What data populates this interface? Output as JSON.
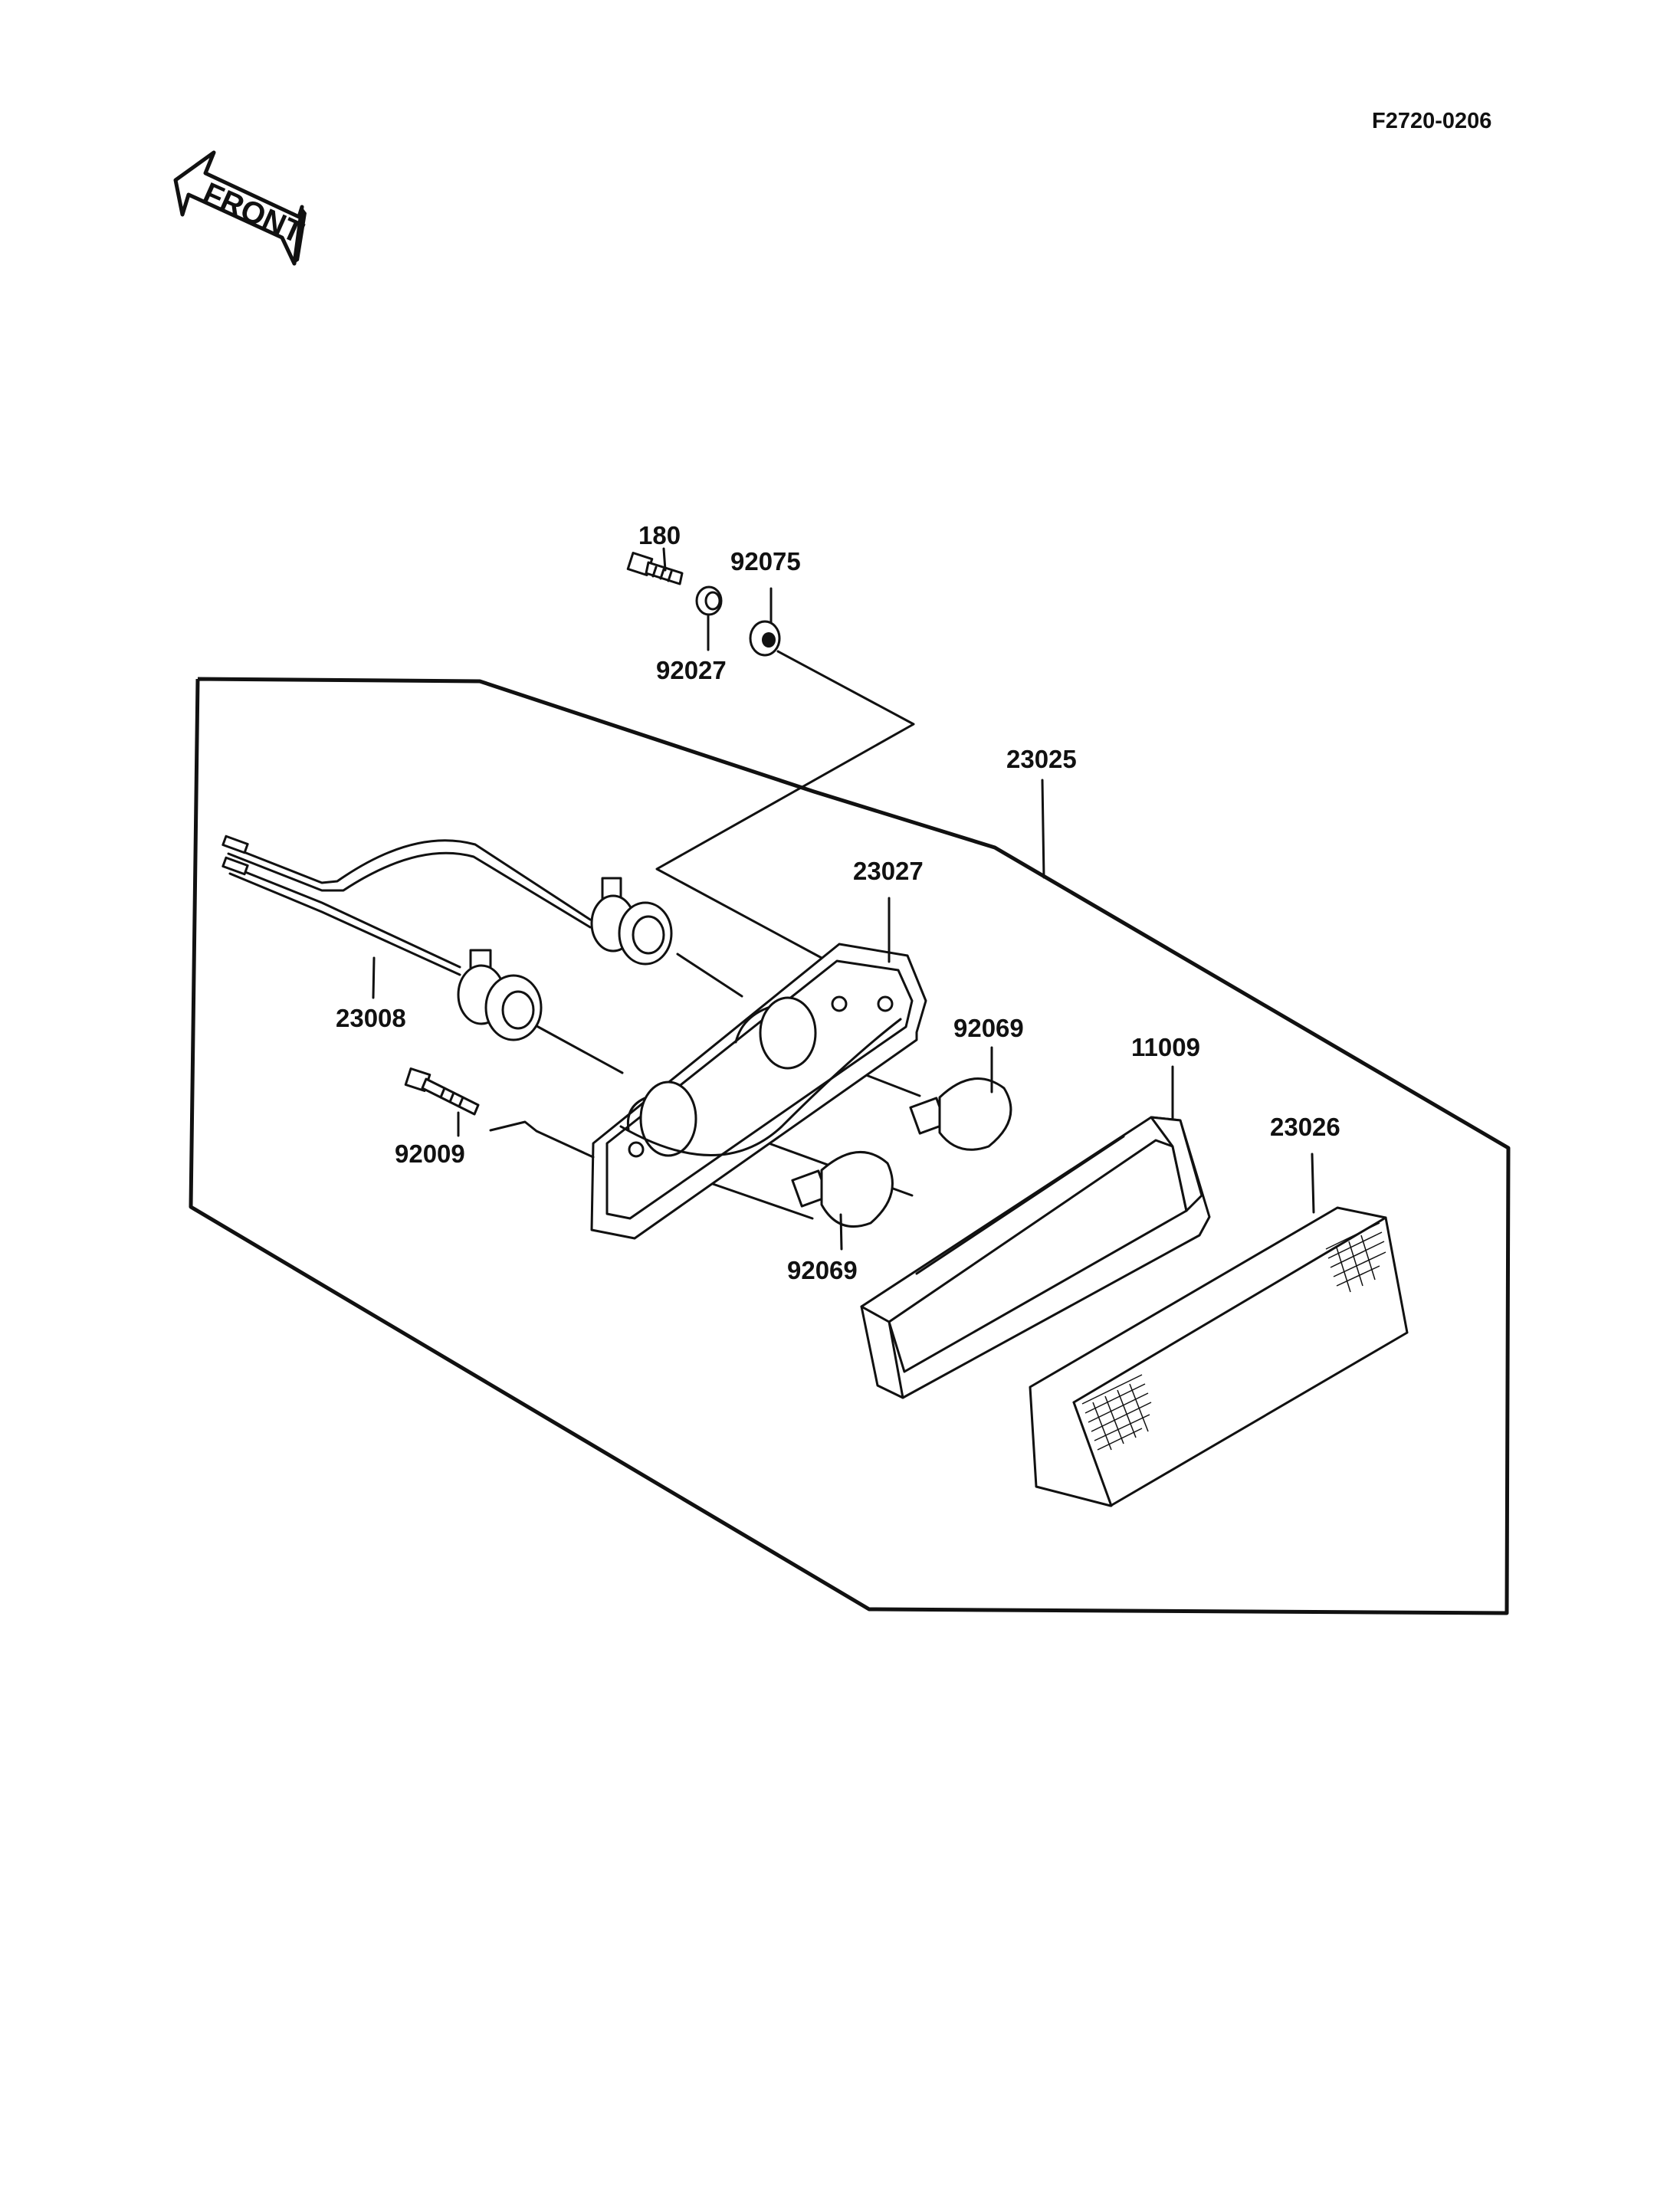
{
  "document_id": "F2720-0206",
  "front_arrow_label": "FRONT",
  "callouts": {
    "p180": "180",
    "p92075": "92075",
    "p92027": "92027",
    "p23025": "23025",
    "p23027": "23027",
    "p23008": "23008",
    "p92069_upper": "92069",
    "p11009": "11009",
    "p23026": "23026",
    "p92009": "92009",
    "p92069_lower": "92069"
  }
}
